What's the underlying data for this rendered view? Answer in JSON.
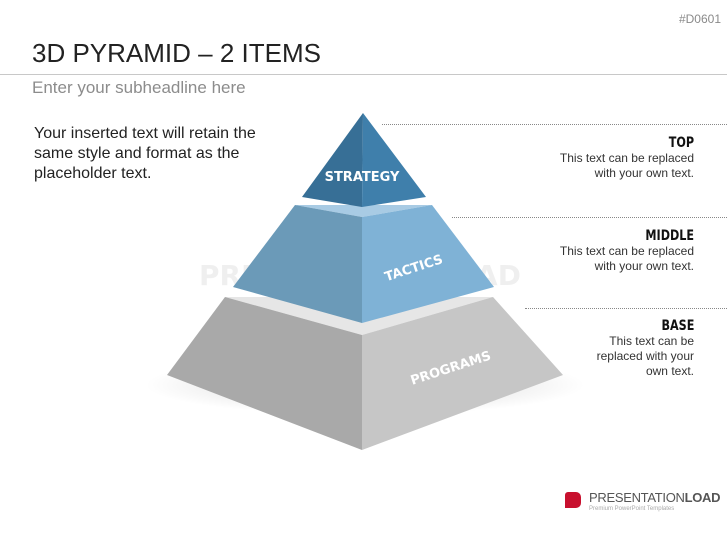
{
  "slide_code": "#D0601",
  "title": "3D PYRAMID – 2 ITEMS",
  "subheadline": "Enter your subheadline here",
  "body_text": "Your inserted text will retain the same style and format as the placeholder text.",
  "pyramid": {
    "tiers": [
      {
        "label": "STRATEGY",
        "color": "#3f7fab"
      },
      {
        "label": "TACTICS",
        "color": "#7fb2d6"
      },
      {
        "label": "PROGRAMS",
        "color": "#bdbdbd"
      }
    ]
  },
  "labels": [
    {
      "heading": "TOP",
      "text_lines": [
        "This text can be replaced",
        "with your own text."
      ]
    },
    {
      "heading": "MIDDLE",
      "text_lines": [
        "This text can be replaced",
        "with your own text."
      ]
    },
    {
      "heading": "BASE",
      "text_lines": [
        "This text can be",
        "replaced with your",
        "own text."
      ]
    }
  ],
  "watermark": "PRESENTATIONLOAD",
  "logo": {
    "brand_light": "PRESENTATION",
    "brand_bold": "LOAD",
    "tagline": "Premium PowerPoint Templates",
    "color": "#c8102e"
  }
}
